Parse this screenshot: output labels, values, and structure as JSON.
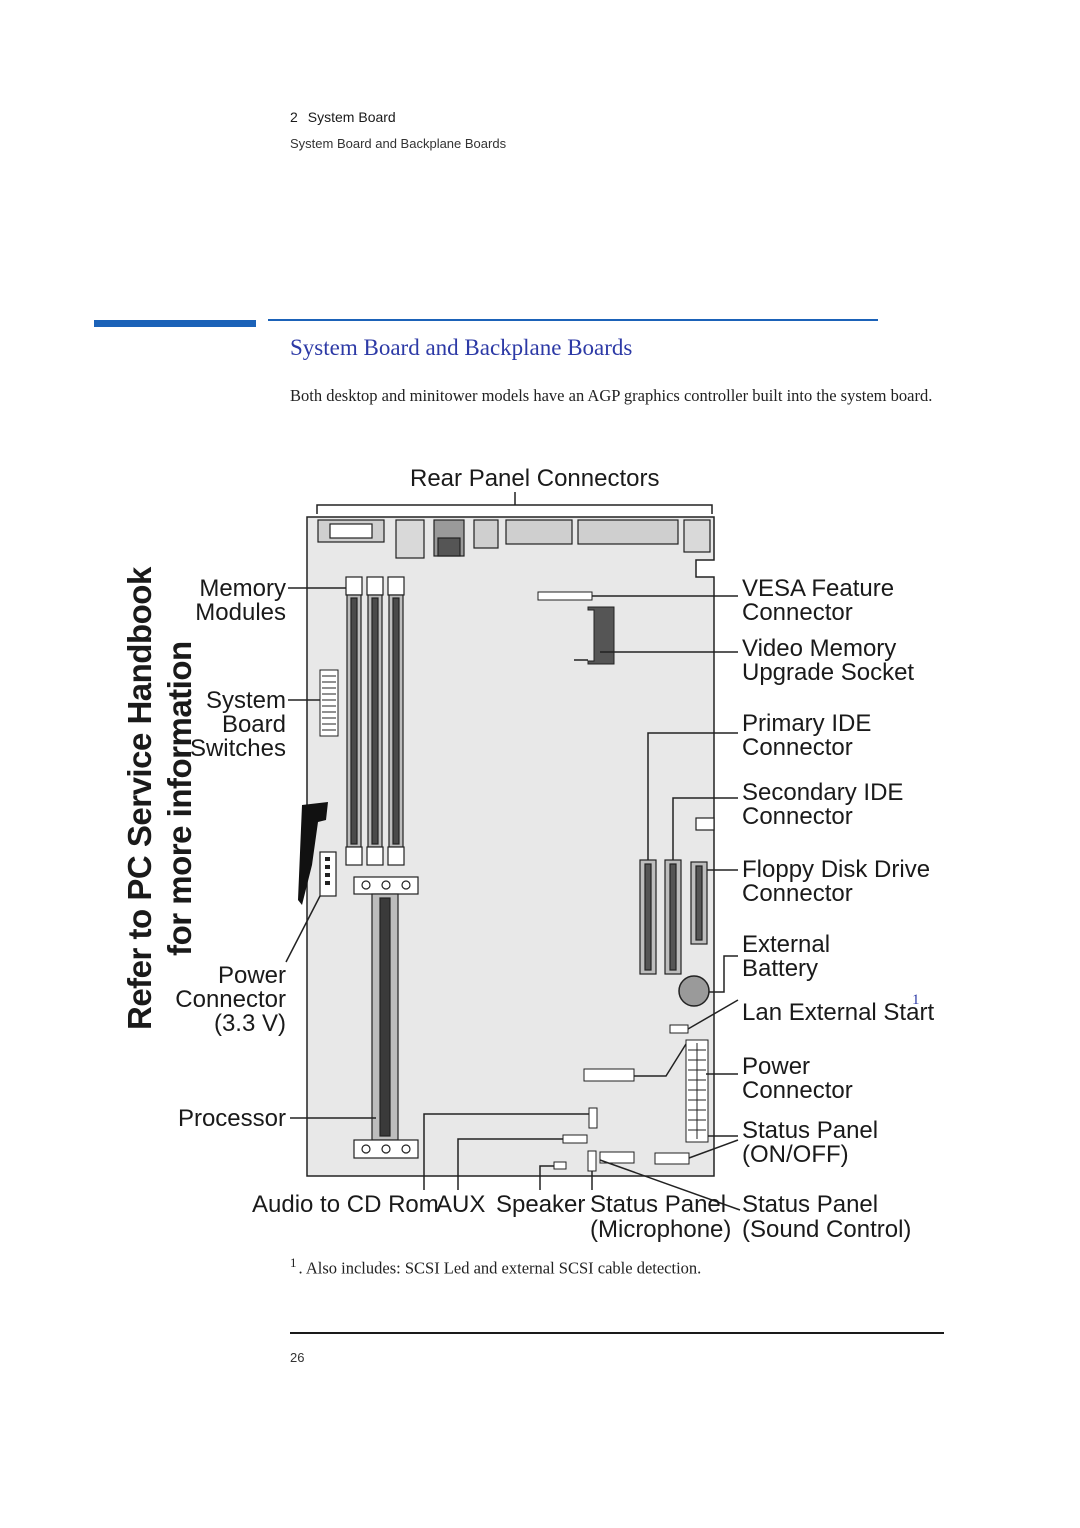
{
  "header": {
    "chapter_number": "2",
    "chapter_title": "System Board",
    "section": "System Board and Backplane Boards"
  },
  "section_title": "System Board and Backplane Boards",
  "intro_text": "Both desktop and minitower models have an AGP graphics controller built into the system board.",
  "side_note": {
    "line1": "Refer to PC Service Handbook",
    "line2": "for more information"
  },
  "diagram": {
    "top_label": "Rear Panel Connectors",
    "left_labels": {
      "memory_1": "Memory",
      "memory_2": "Modules",
      "switches_1": "System",
      "switches_2": "Board",
      "switches_3": "Switches",
      "power_1": "Power",
      "power_2": "Connector",
      "power_3": "(3.3 V)",
      "processor": "Processor"
    },
    "right_labels": {
      "vesa_1": "VESA Feature",
      "vesa_2": "Connector",
      "video_1": "Video Memory",
      "video_2": "Upgrade Socket",
      "pide_1": "Primary IDE",
      "pide_2": "Connector",
      "side_1": "Secondary IDE",
      "side_2": "Connector",
      "floppy_1": "Floppy Disk Drive",
      "floppy_2": "Connector",
      "battery_1": "External",
      "battery_2": "Battery",
      "lan": "Lan External Start",
      "lan_sup": "1",
      "pwr_1": "Power",
      "pwr_2": "Connector",
      "onoff_1": "Status Panel",
      "onoff_2": "(ON/OFF)"
    },
    "bottom_labels": {
      "audio": "Audio to CD Rom",
      "aux": "AUX",
      "speaker": "Speaker",
      "mic_1": "Status Panel",
      "mic_2": "(Microphone)",
      "sound_1": "Status Panel",
      "sound_2": "(Sound Control)"
    }
  },
  "footnote": {
    "marker": "1",
    "text": ". Also includes: SCSI Led and external SCSI cable detection."
  },
  "page_number": "26"
}
